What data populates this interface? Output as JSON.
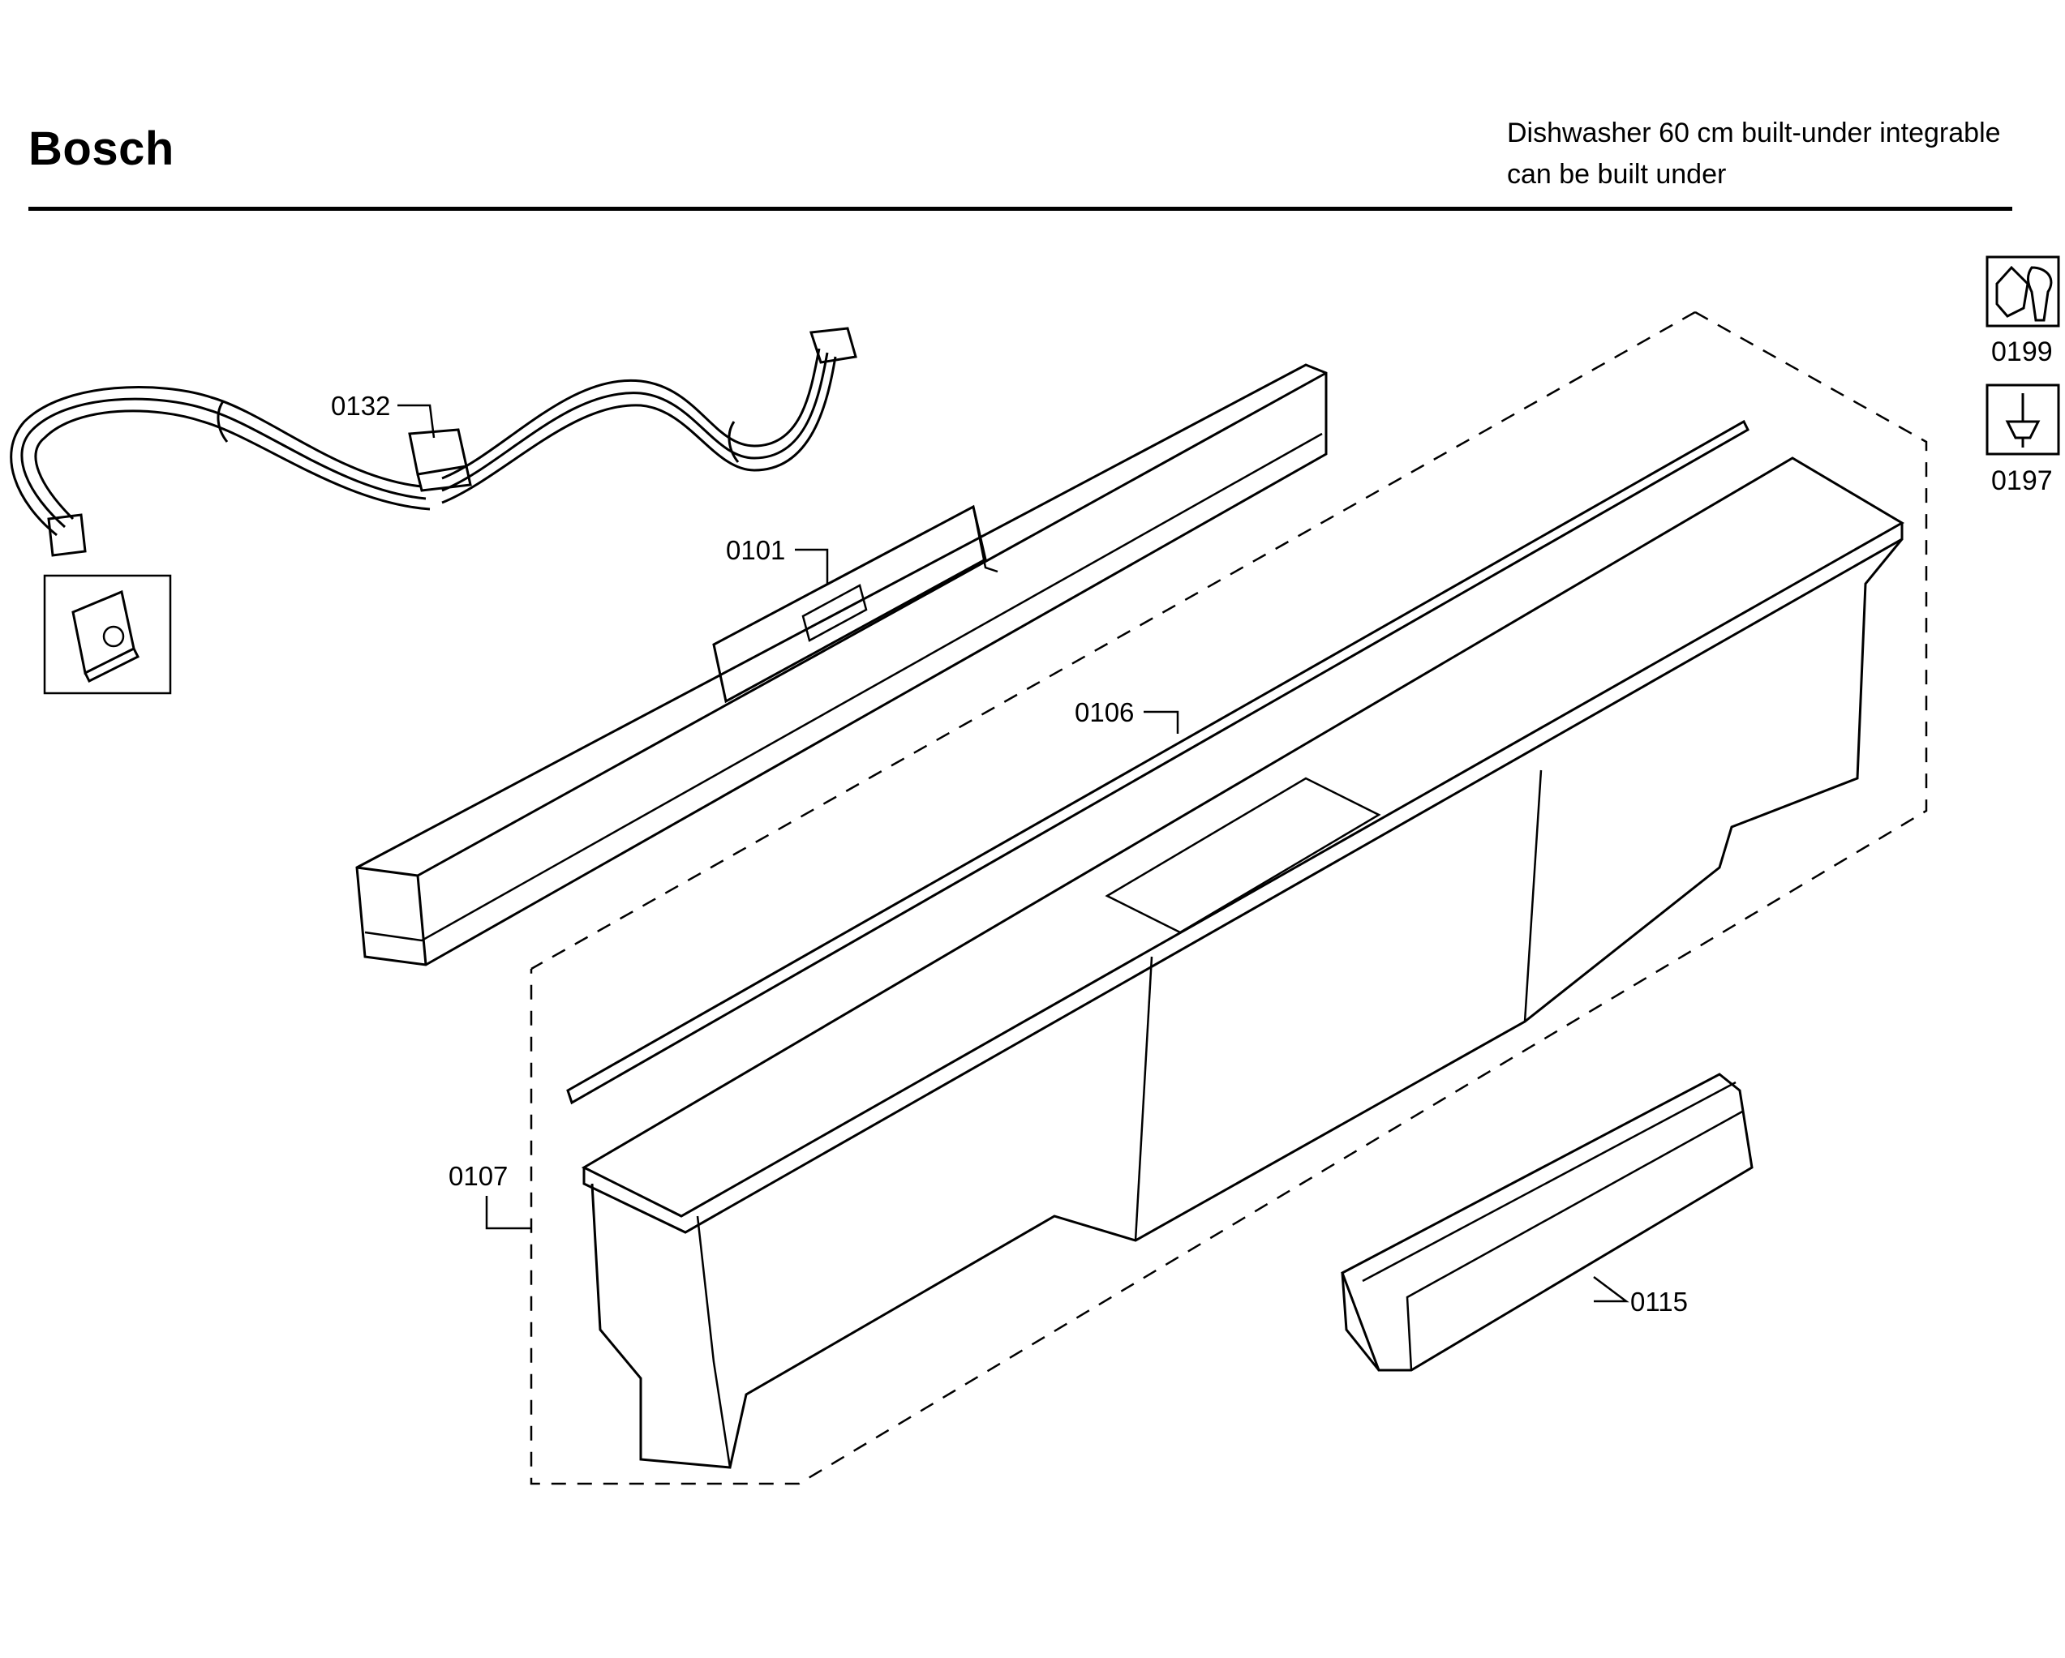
{
  "header": {
    "brand": "Bosch",
    "description_line1": "Dishwasher 60 cm built-under integrable",
    "description_line2": "can be built under"
  },
  "parts": {
    "wire_harness": "0132",
    "control_module": "0101",
    "seal_strip": "0106",
    "control_panel": "0107",
    "handle": "0115"
  },
  "tools": {
    "wrench": "0199",
    "screwdriver": "0197"
  },
  "colors": {
    "line": "#000000",
    "background": "#ffffff"
  }
}
